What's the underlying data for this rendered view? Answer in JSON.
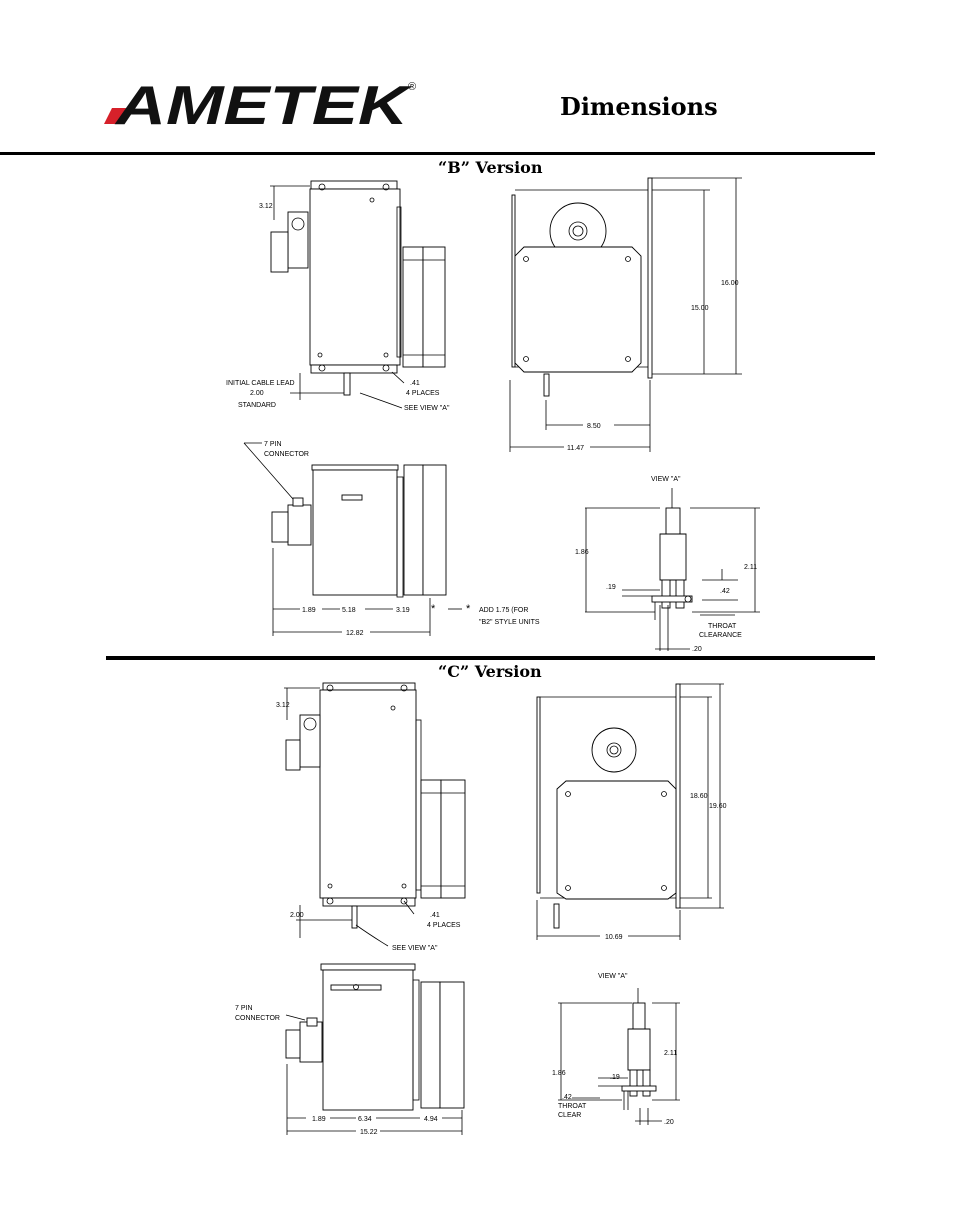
{
  "brand": {
    "name": "AMETEK",
    "registered": "®",
    "colors": {
      "text": "#111111",
      "accent": "#d6202a"
    }
  },
  "page_title": "Dimensions",
  "sections": {
    "b": {
      "title": "“B” Version",
      "dims": {
        "d312": "3.12",
        "initial_cable": "INITIAL CABLE LEAD",
        "d200": "2.00",
        "standard": "STANDARD",
        "d41": ".41",
        "four_places": "4 PLACES",
        "see_view": "SEE VIEW \"A\"",
        "d1600": "16.00",
        "d1500": "15.00",
        "d850": "8.50",
        "d1147": "11.47",
        "seven_pin": "7 PIN",
        "connector": "CONNECTOR",
        "d189": "1.89",
        "d518": "5.18",
        "d319": "3.19",
        "star": "*",
        "add175": "ADD 1.75 (FOR",
        "b2_style": "\"B2\" STYLE UNITS",
        "d1282": "12.82",
        "view_a": "VIEW \"A\"",
        "d186": "1.86",
        "d211": "2.11",
        "d19": ".19",
        "d42": ".42",
        "throat": "THROAT",
        "clearance": "CLEARANCE",
        "d20": ".20"
      }
    },
    "c": {
      "title": "“C” Version",
      "dims": {
        "d312": "3.12",
        "d200": "2.00",
        "d41": ".41",
        "four_places": "4 PLACES",
        "see_view": "SEE VIEW \"A\"",
        "d1860": "18.60",
        "d1960": "19.60",
        "d1069": "10.69",
        "seven_pin": "7 PIN",
        "connector": "CONNECTOR",
        "d189": "1.89",
        "d634": "6.34",
        "d494": "4.94",
        "d1522": "15.22",
        "view_a": "VIEW \"A\"",
        "d186": "1.86",
        "d211": "2.11",
        "d19": ".19",
        "d42": ".42",
        "throat": "THROAT",
        "clear": "CLEAR",
        "d20": ".20"
      }
    }
  }
}
